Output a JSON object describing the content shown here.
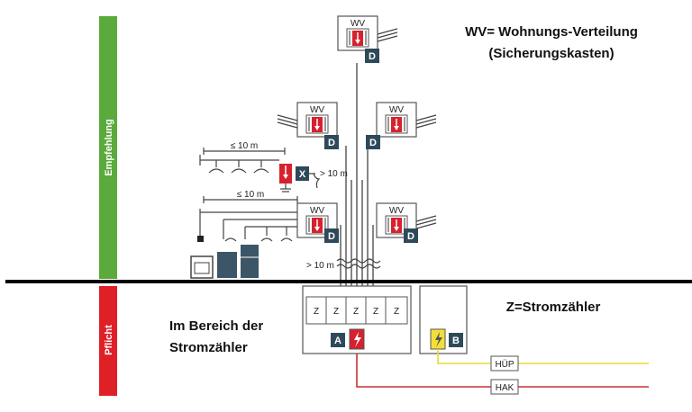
{
  "legend": {
    "wv_line1": "WV= Wohnungs-Verteilung",
    "wv_line2": "(Sicherungskasten)",
    "z": "Z=Stromzähler",
    "area_line1": "Im Bereich der",
    "area_line2": "Stromzähler"
  },
  "bars": {
    "top": "Empfehlung",
    "bottom": "Pflicht",
    "top_color": "#5aab3c",
    "bottom_color": "#e02027"
  },
  "labels": {
    "wv": "WV",
    "d": "D",
    "x": "X",
    "a": "A",
    "b": "B",
    "z": "Z",
    "hup": "HÜP",
    "hak": "HAK",
    "dist_upper": "≤ 10 m",
    "dist_lower": "≤ 10 m",
    "gt_upper": "> 10 m",
    "gt_lower": "> 10 m"
  },
  "colors": {
    "device_red": "#d7212e",
    "label_dark": "#2e4a5a",
    "hup_line": "#e8d83a",
    "hak_line": "#c8302f"
  }
}
